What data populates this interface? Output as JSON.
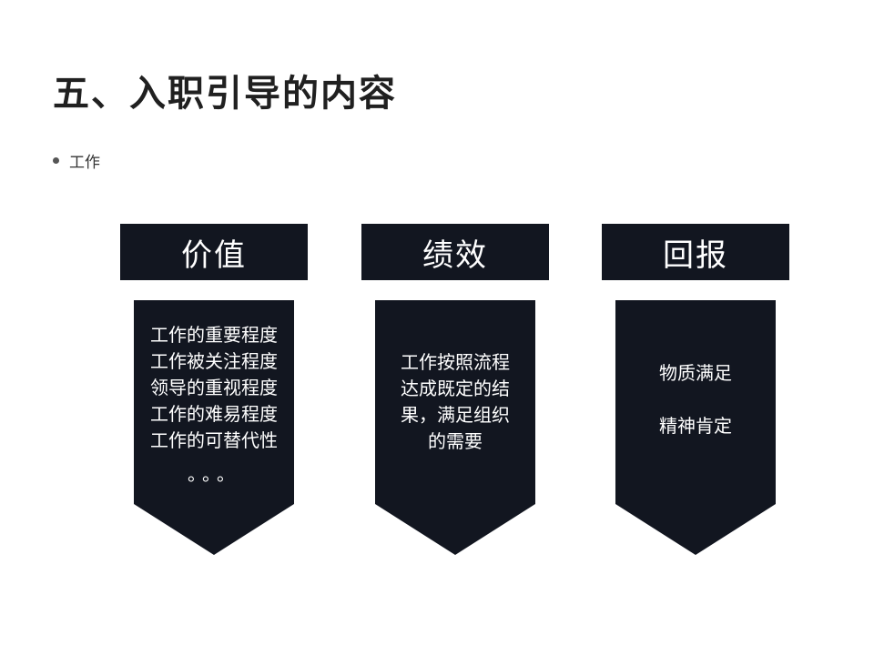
{
  "slide": {
    "title": "五、入职引导的内容",
    "bullet": "工作"
  },
  "columns": [
    {
      "header": "价值",
      "lines": [
        "工作的重要程度",
        "工作被关注程度",
        "领导的重视程度",
        "工作的难易程度",
        "工作的可替代性"
      ],
      "ellipsis": "。。。"
    },
    {
      "header": "绩效",
      "lines": [
        "工作按照流程",
        "达成既定的结",
        "果，满足组织",
        "的需要"
      ]
    },
    {
      "header": "回报",
      "lines": [
        "物质满足",
        "精神肯定"
      ]
    }
  ],
  "colors": {
    "box_fill": "#121620",
    "title_text": "#202020",
    "box_text": "#ffffff"
  }
}
